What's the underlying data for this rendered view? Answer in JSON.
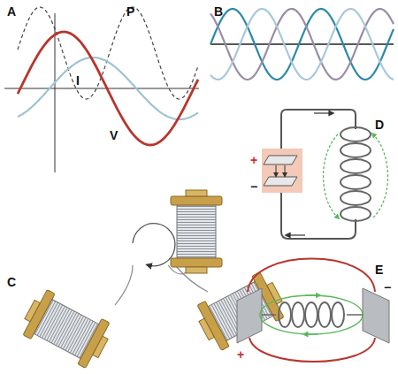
{
  "diagram": {
    "labels": [
      "A",
      "P",
      "I",
      "V",
      "B",
      "D",
      "+",
      "−",
      "C",
      "E",
      "+",
      "−"
    ]
  }
}
